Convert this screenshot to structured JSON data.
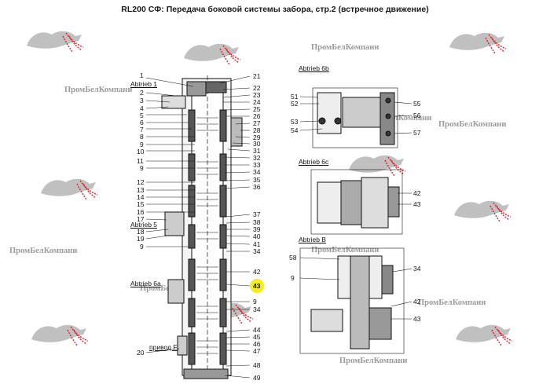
{
  "title": "RL200 СФ: Передача боковой системы забора, стр.2 (встречное движение)",
  "watermark_text": "ПромБелКомпани",
  "colors": {
    "highlight": "#f2ee1a",
    "logo_red": "#d9343a",
    "logo_gray": "#8c8c8c"
  },
  "main_section_labels": {
    "abtrieb1": "Abtrieb 1",
    "abtrieb5": "Abtrieb 5",
    "abtrieb6a": "Abtrieb 6a",
    "privod_f": "привод F"
  },
  "main_left_numbers": [
    "1",
    "2",
    "3",
    "4",
    "5",
    "6",
    "7",
    "8",
    "9",
    "10",
    "11",
    "9",
    "12",
    "13",
    "14",
    "15",
    "16",
    "17",
    "18",
    "19",
    "9",
    "20"
  ],
  "main_right_numbers": [
    "21",
    "22",
    "23",
    "24",
    "25",
    "26",
    "27",
    "28",
    "29",
    "30",
    "31",
    "32",
    "33",
    "34",
    "35",
    "36",
    "37",
    "38",
    "39",
    "40",
    "41",
    "34",
    "42",
    "43",
    "9",
    "34",
    "44",
    "45",
    "46",
    "47",
    "48",
    "49"
  ],
  "highlighted_number": "43",
  "detail_6b": {
    "label": "Abtrieb 6b",
    "left_numbers": [
      "51",
      "52",
      "53",
      "54"
    ],
    "right_numbers": [
      "55",
      "56",
      "57"
    ]
  },
  "detail_6c": {
    "label": "Abtrieb 6c",
    "right_numbers": [
      "42",
      "43"
    ]
  },
  "detail_b": {
    "label": "Abtrieb B",
    "left_numbers": [
      "58",
      "9"
    ],
    "right_numbers": [
      "34",
      "42",
      "43"
    ]
  }
}
